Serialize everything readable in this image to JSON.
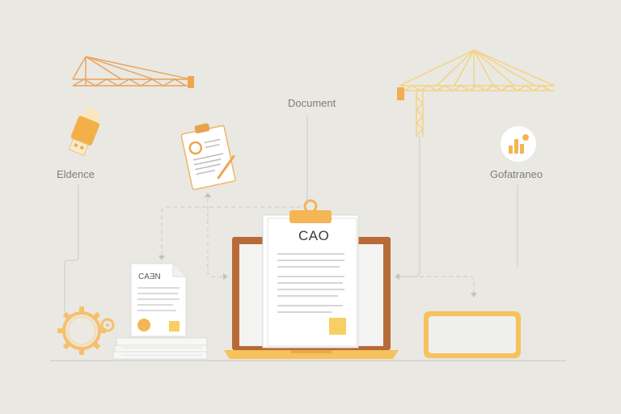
{
  "labels": {
    "evidence": "Eldence",
    "document": "Document",
    "governance": "Gofatraneo"
  },
  "clipboard": {
    "title": "CAO"
  },
  "small_document": {
    "title": "CAƎN"
  },
  "icons": {
    "crane_left": "construction-crane-icon",
    "crane_right": "construction-crane-icon",
    "usb_drive": "usb-drive-icon",
    "clipboard_doc": "clipboard-document-icon",
    "governance": "bar-chart-icon",
    "gear": "gear-icon",
    "laptop": "laptop-icon",
    "tablet": "tablet-device-icon",
    "paper_stack": "paper-stack-icon"
  },
  "colors": {
    "background": "#e9e8e3",
    "accent_orange": "#f4b555",
    "accent_yellow": "#f7cf63",
    "laptop_frame": "#b86a37",
    "line_gray": "#c7c7c7"
  }
}
